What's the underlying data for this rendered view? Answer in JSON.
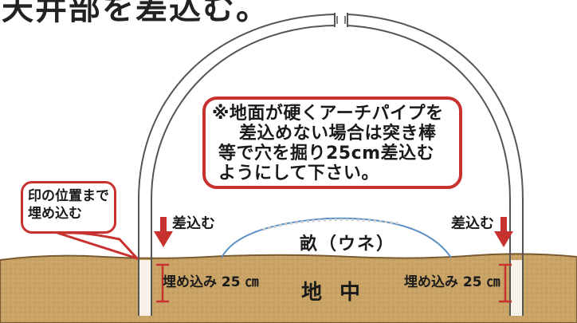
{
  "title": "天井部を差込む。",
  "main_note": {
    "line1": "※地面が硬くアーチパイプを",
    "line2": "差込めない場合は突き棒",
    "line3": "等で穴を掘り25cm差込む",
    "line4": "ようにして下さい。"
  },
  "mark_note": {
    "line1": "印の位置まで",
    "line2": "埋め込む"
  },
  "insert_left": "差込む",
  "insert_right": "差込む",
  "bed_label": "畝（ウネ）",
  "depth_left": "埋め込み 25 ㎝",
  "depth_right": "埋め込み 25 ㎝",
  "ground_label": "地中",
  "colors": {
    "accent_red": "#c8322e",
    "soil": "#c9a466",
    "soil_dark": "#8a6a3a",
    "pipe_stroke": "#555555",
    "bed_outline": "#5b8fc7"
  }
}
